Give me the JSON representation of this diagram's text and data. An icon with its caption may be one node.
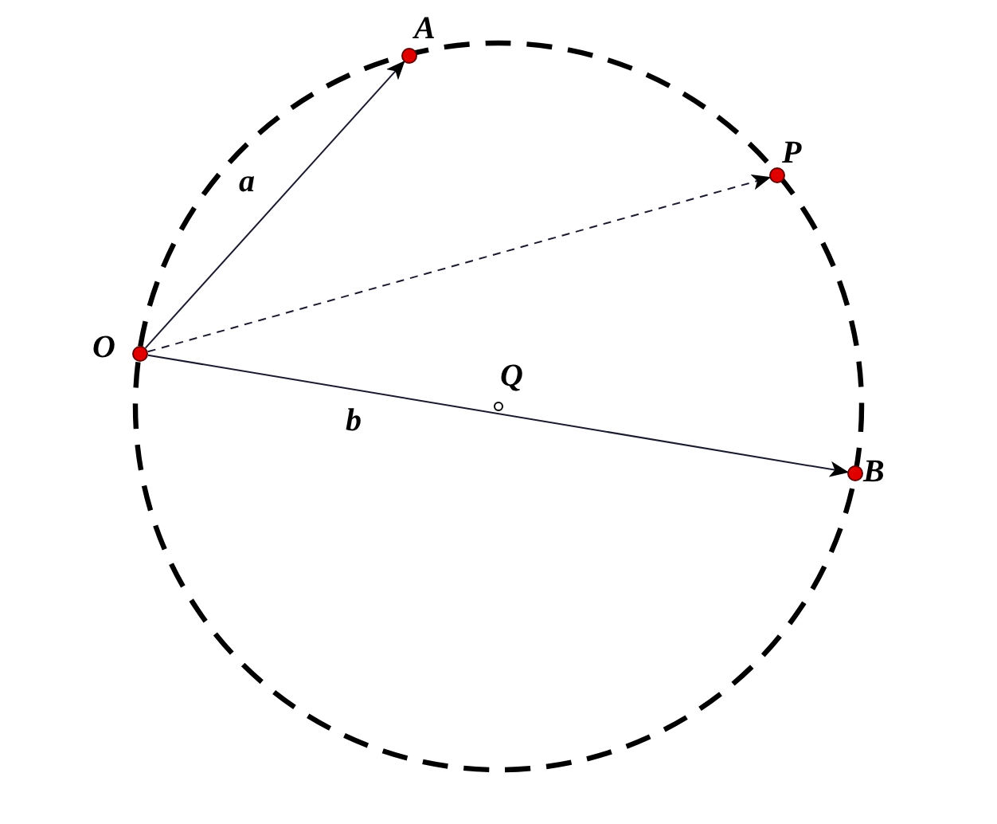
{
  "diagram": {
    "nodes": [
      {
        "text": [
          "O"
        ]
      },
      {
        "text": [
          "A"
        ]
      },
      {
        "text": [
          "P"
        ]
      },
      {
        "text": [
          "B"
        ]
      },
      {
        "text": [
          "Q"
        ]
      }
    ],
    "edges": [
      {
        "from": 0,
        "to": 1,
        "arrow": "to",
        "label": "a"
      },
      {
        "from": 0,
        "to": 2,
        "arrow": "to",
        "style": "dashed"
      },
      {
        "from": 0,
        "to": 3,
        "arrow": "to",
        "label": "b"
      }
    ]
  }
}
